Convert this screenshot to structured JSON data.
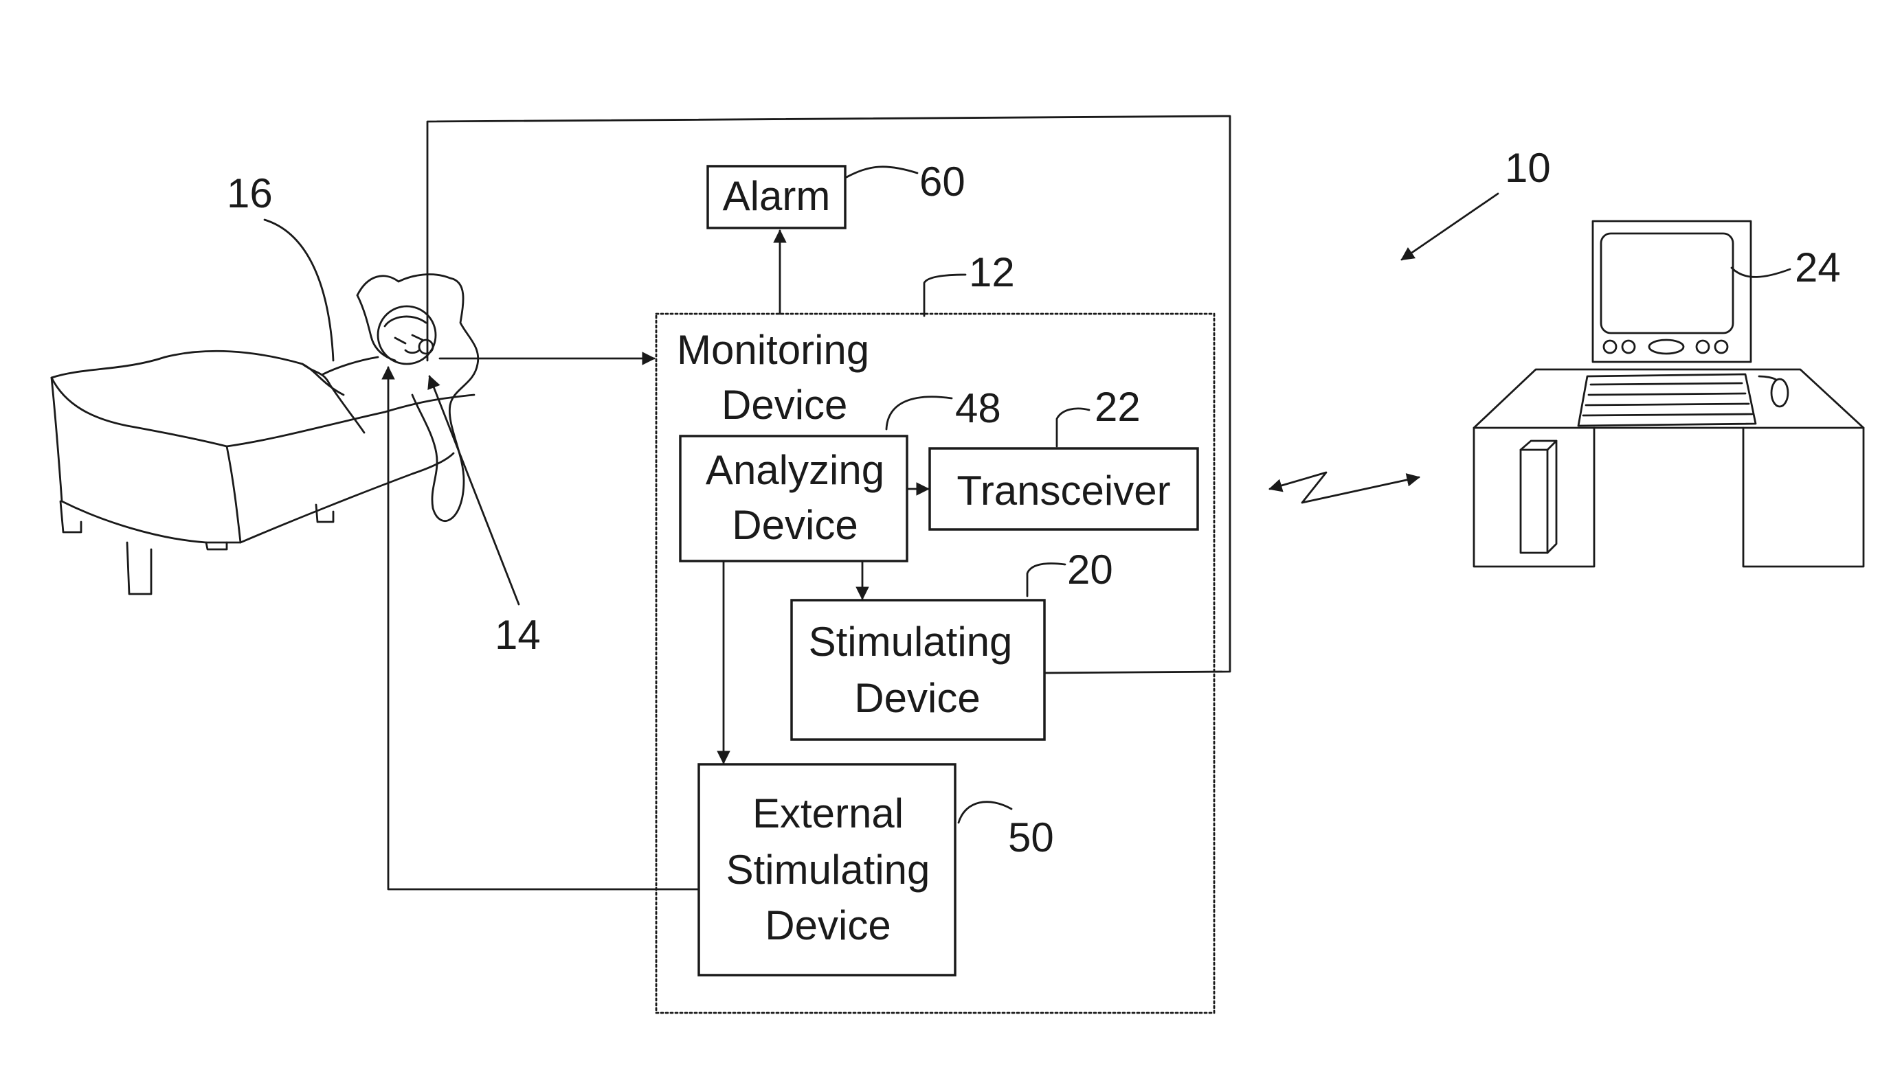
{
  "labels": {
    "alarm": "Alarm",
    "monitoring_line1": "Monitoring",
    "monitoring_line2": "Device",
    "analyzing_line1": "Analyzing",
    "analyzing_line2": "Device",
    "transceiver": "Transceiver",
    "stimulating_line1": "Stimulating",
    "stimulating_line2": "Device",
    "external_line1": "External",
    "external_line2": "Stimulating",
    "external_line3": "Device"
  },
  "refs": {
    "system": "10",
    "monitoring": "12",
    "sensor": "14",
    "patient": "16",
    "stimulating": "20",
    "transceiver": "22",
    "computer": "24",
    "analyzing": "48",
    "external": "50",
    "alarm": "60"
  },
  "colors": {
    "ink": "#1a1a1a",
    "background": "#ffffff"
  }
}
